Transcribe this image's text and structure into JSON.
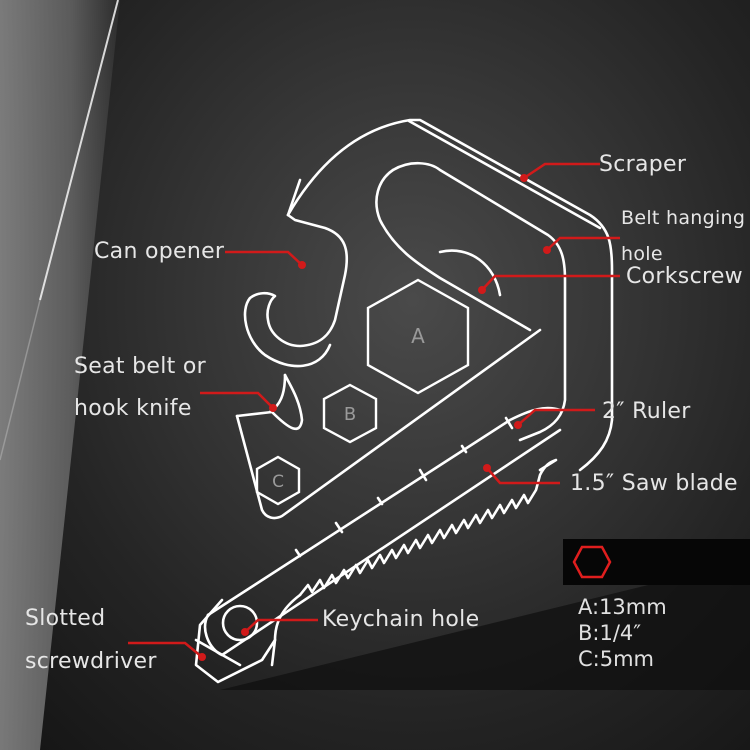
{
  "diagram": {
    "subject": "multi-tool outline diagram",
    "colors": {
      "outline": "#ffffff",
      "callout": "#d11a1a",
      "text": "#e6e6e6",
      "background": "#2f2f2f"
    },
    "hex_markers": {
      "a": "A",
      "b": "B",
      "c": "C"
    },
    "callouts": {
      "scraper": "Scraper",
      "belt_hanging_1": "Belt hanging",
      "belt_hanging_2": "hole",
      "corkscrew": "Corkscrew",
      "can_opener": "Can opener",
      "seat_belt_1": "Seat belt or",
      "seat_belt_2": "hook knife",
      "ruler": "2″ Ruler",
      "saw_blade": "1.5″ Saw blade",
      "slotted_1": "Slotted",
      "slotted_2": "screwdriver",
      "keychain": "Keychain hole"
    },
    "legend": {
      "icon": "hexagon-icon",
      "sizes": [
        "A:13mm",
        "B:1/4″",
        "C:5mm"
      ]
    }
  }
}
